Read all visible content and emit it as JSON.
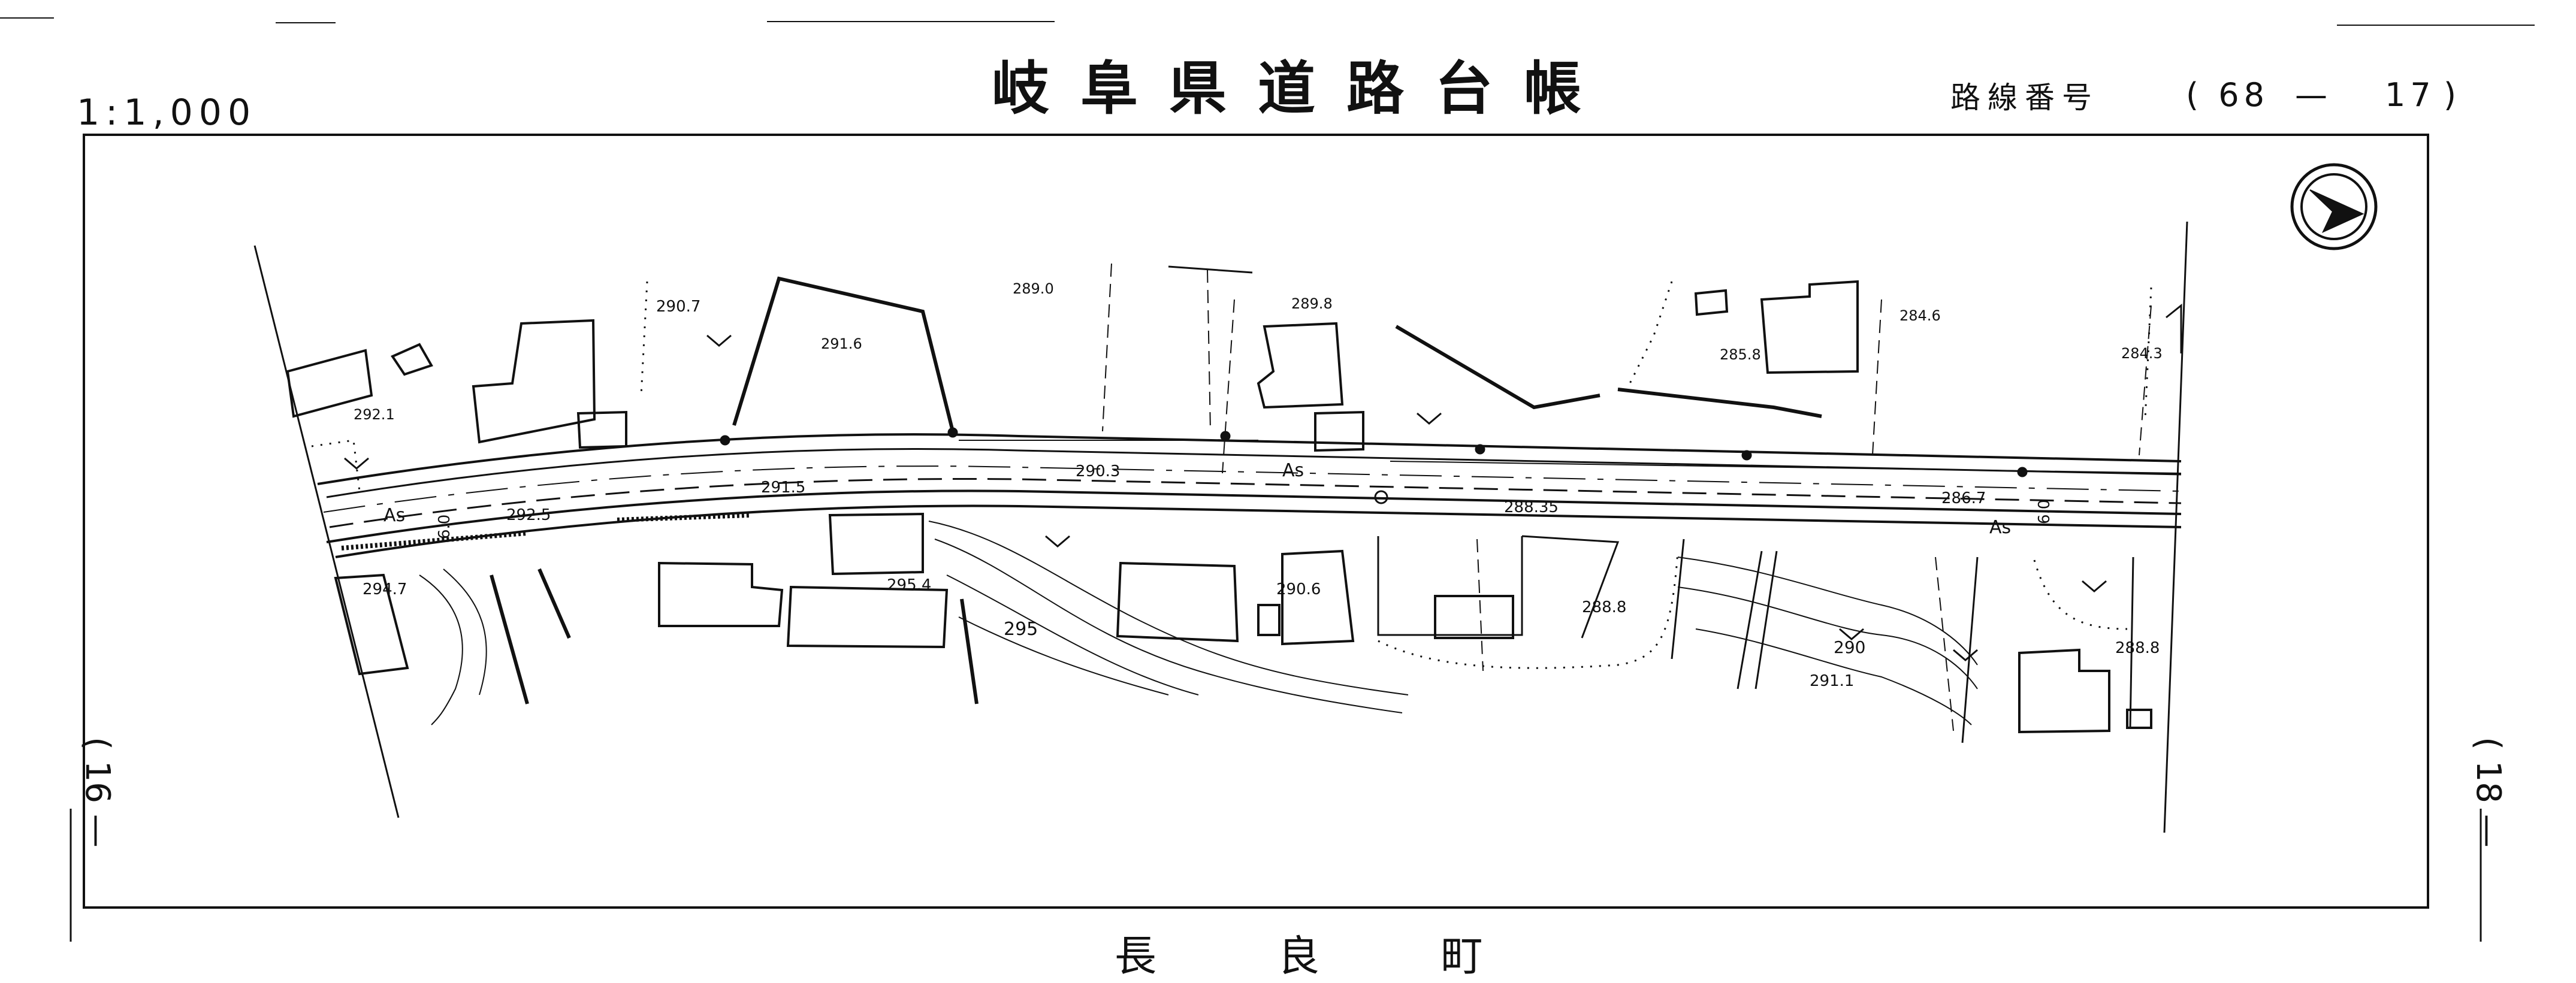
{
  "header": {
    "scale": "1:1,000",
    "title": "岐阜県道路台帳",
    "route_label": "路線番号",
    "route_open": "(",
    "route_a": "68",
    "route_dash": "—",
    "route_b": "17",
    "route_close": ")"
  },
  "side_labels": {
    "left": "( 16 —",
    "right": "( 18 —"
  },
  "footer": {
    "town": "長 良 町"
  },
  "map_labels": {
    "elevations": [
      "290.7",
      "291.6",
      "289.0",
      "289.8",
      "284.6",
      "285.8",
      "284.3",
      "292.1",
      "290.3",
      "291.5",
      "292.5",
      "288.35",
      "286.7",
      "294.7",
      "295.4",
      "290.6",
      "288.8",
      "288.8",
      "290",
      "291.1",
      "295"
    ],
    "surface": "As",
    "road_width": "6.0"
  },
  "colors": {
    "ink": "#111111",
    "paper": "#ffffff"
  },
  "icons": {
    "north_arrow": "north-arrow-icon"
  }
}
